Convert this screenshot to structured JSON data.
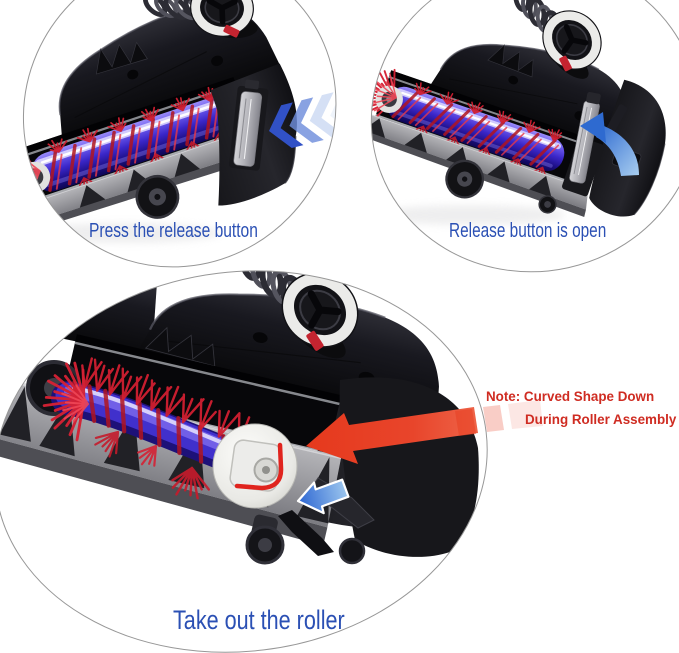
{
  "graphic": {
    "type": "product-instruction-collage",
    "background": "#ffffff",
    "steps": [
      {
        "id": "press-release-button",
        "caption": "Press the release button",
        "arrow": "triple-chevron-pointing-left"
      },
      {
        "id": "release-button-open",
        "caption": "Release button is open",
        "arrow": "curved-arrow-up-left"
      },
      {
        "id": "take-out-roller",
        "caption": "Take out the roller",
        "arrow": "red-arrow-to-end-cap"
      }
    ],
    "note": {
      "line1": "Note: Curved Shape Down",
      "line2": "During Roller Assembly"
    },
    "colors": {
      "caption_text": "#2b50b4",
      "note_text": "#cf2c22",
      "chevron_arrow": "#3351c6",
      "curved_arrow": "#2e6ad0",
      "red_arrow": "#e6391d",
      "roller_blue": "#3a26c8",
      "bristle_red": "#d01f30",
      "body_dark": "#1a1a1e",
      "soleplate_gray": "#96969a",
      "ellipse_outline": "#979797"
    }
  }
}
